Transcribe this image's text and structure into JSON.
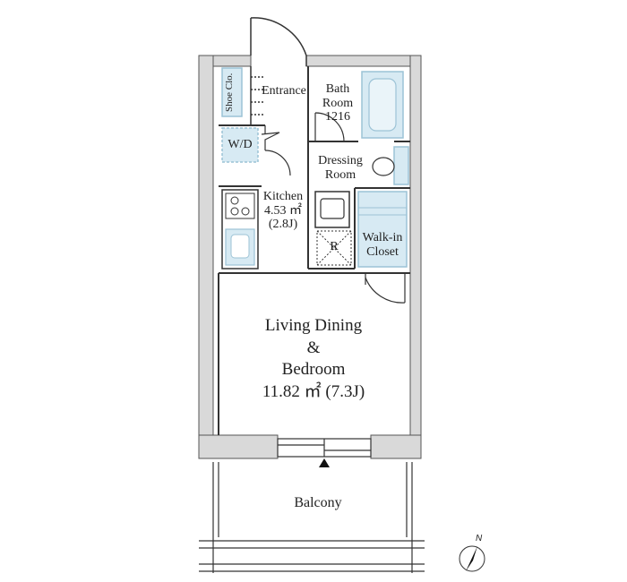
{
  "rooms": {
    "shoe_closet": "Shoe Clo.",
    "entrance": "Entrance",
    "bath": {
      "line1": "Bath",
      "line2": "Room",
      "line3": "1216"
    },
    "wd": "W/D",
    "dressing": {
      "line1": "Dressing",
      "line2": "Room"
    },
    "kitchen": {
      "line1": "Kitchen",
      "line2": "4.53 ㎡",
      "line3": "(2.8J)"
    },
    "fridge": "R",
    "walkin": {
      "line1": "Walk-in",
      "line2": "Closet"
    },
    "living": {
      "line1": "Living Dining",
      "line2": "&",
      "line3": "Bedroom",
      "line4": "11.82 ㎡ (7.3J)"
    },
    "balcony": "Balcony"
  },
  "compass": {
    "label": "N"
  },
  "colors": {
    "wall": "#d9d9d9",
    "fixture_fill": "#d7eaf3",
    "fixture_stroke": "#9cc3d6",
    "line": "#333333"
  }
}
